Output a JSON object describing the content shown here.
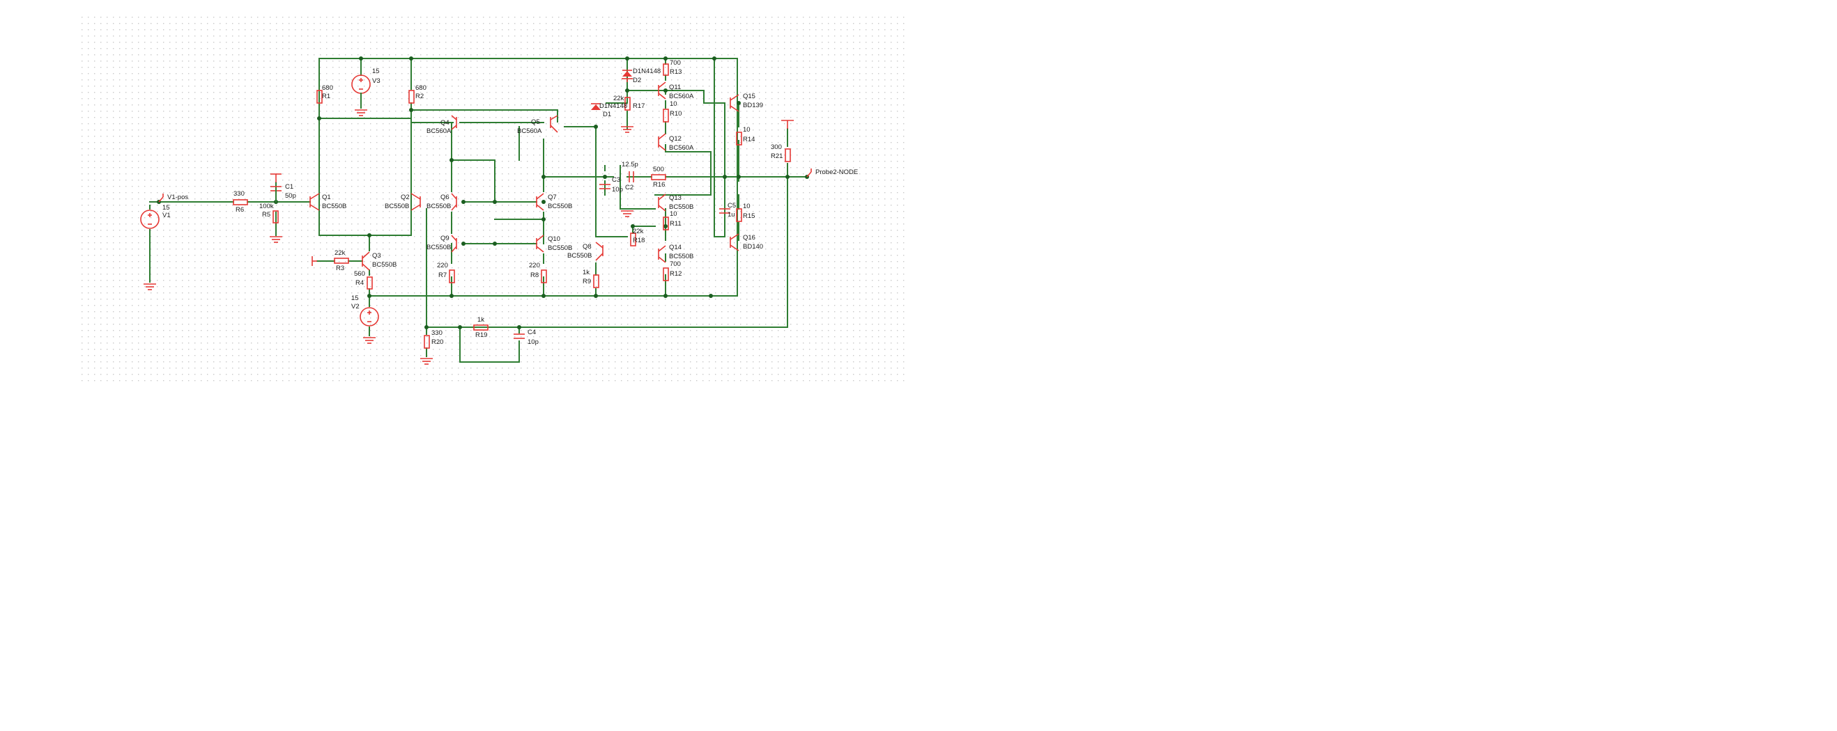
{
  "colors": {
    "wire": "#2e7d32",
    "component": "#e53935",
    "node": "#1b5e20",
    "grid": "#c8c8c8",
    "text": "#1a1a1a"
  },
  "sources": [
    {
      "id": "src-v1",
      "name": "V1",
      "value": "15"
    },
    {
      "id": "src-v2",
      "name": "V2",
      "value": "15"
    },
    {
      "id": "src-v3",
      "name": "V3",
      "value": "15"
    }
  ],
  "probes": [
    {
      "id": "probe-v1-pos",
      "label": "V1-pos"
    },
    {
      "id": "probe2-node",
      "label": "Probe2-NODE"
    }
  ],
  "resistors": [
    {
      "id": "r1",
      "name": "R1",
      "value": "680"
    },
    {
      "id": "r2",
      "name": "R2",
      "value": "680"
    },
    {
      "id": "r3",
      "name": "R3",
      "value": "22k"
    },
    {
      "id": "r4",
      "name": "R4",
      "value": "560"
    },
    {
      "id": "r5",
      "name": "R5",
      "value": "100k"
    },
    {
      "id": "r6",
      "name": "R6",
      "value": "330"
    },
    {
      "id": "r7",
      "name": "R7",
      "value": "220"
    },
    {
      "id": "r8",
      "name": "R8",
      "value": "220"
    },
    {
      "id": "r9",
      "name": "R9",
      "value": "1k"
    },
    {
      "id": "r10",
      "name": "R10",
      "value": "10"
    },
    {
      "id": "r11",
      "name": "R11",
      "value": "10"
    },
    {
      "id": "r12",
      "name": "R12",
      "value": "700"
    },
    {
      "id": "r13",
      "name": "R13",
      "value": "700"
    },
    {
      "id": "r14",
      "name": "R14",
      "value": "10"
    },
    {
      "id": "r15",
      "name": "R15",
      "value": "10"
    },
    {
      "id": "r16",
      "name": "R16",
      "value": "500"
    },
    {
      "id": "r17",
      "name": "R17",
      "value": "22k"
    },
    {
      "id": "r18",
      "name": "R18",
      "value": "22k"
    },
    {
      "id": "r19",
      "name": "R19",
      "value": "1k"
    },
    {
      "id": "r20",
      "name": "R20",
      "value": "330"
    },
    {
      "id": "r21",
      "name": "R21",
      "value": "300"
    }
  ],
  "capacitors": [
    {
      "id": "c1",
      "name": "C1",
      "value": "50p"
    },
    {
      "id": "c2",
      "name": "C2",
      "value": "12.5p"
    },
    {
      "id": "c3",
      "name": "C3",
      "value": "10p"
    },
    {
      "id": "c4",
      "name": "C4",
      "value": "10p"
    },
    {
      "id": "c5",
      "name": "C5",
      "value": "1u"
    }
  ],
  "diodes": [
    {
      "id": "d1",
      "name": "D1",
      "value": "D1N4148"
    },
    {
      "id": "d2",
      "name": "D2",
      "value": "D1N4148"
    }
  ],
  "transistors": [
    {
      "id": "q1",
      "name": "Q1",
      "value": "BC550B"
    },
    {
      "id": "q2",
      "name": "Q2",
      "value": "BC550B"
    },
    {
      "id": "q3",
      "name": "Q3",
      "value": "BC550B"
    },
    {
      "id": "q4",
      "name": "Q4",
      "value": "BC560A"
    },
    {
      "id": "q5",
      "name": "Q5",
      "value": "BC560A"
    },
    {
      "id": "q6",
      "name": "Q6",
      "value": "BC550B"
    },
    {
      "id": "q7",
      "name": "Q7",
      "value": "BC550B"
    },
    {
      "id": "q8",
      "name": "Q8",
      "value": "BC550B"
    },
    {
      "id": "q9",
      "name": "Q9",
      "value": "BC550B"
    },
    {
      "id": "q10",
      "name": "Q10",
      "value": "BC550B"
    },
    {
      "id": "q11",
      "name": "Q11",
      "value": "BC560A"
    },
    {
      "id": "q12",
      "name": "Q12",
      "value": "BC560A"
    },
    {
      "id": "q13",
      "name": "Q13",
      "value": "BC550B"
    },
    {
      "id": "q14",
      "name": "Q14",
      "value": "BC550B"
    },
    {
      "id": "q15",
      "name": "Q15",
      "value": "BD139"
    },
    {
      "id": "q16",
      "name": "Q16",
      "value": "BD140"
    }
  ]
}
